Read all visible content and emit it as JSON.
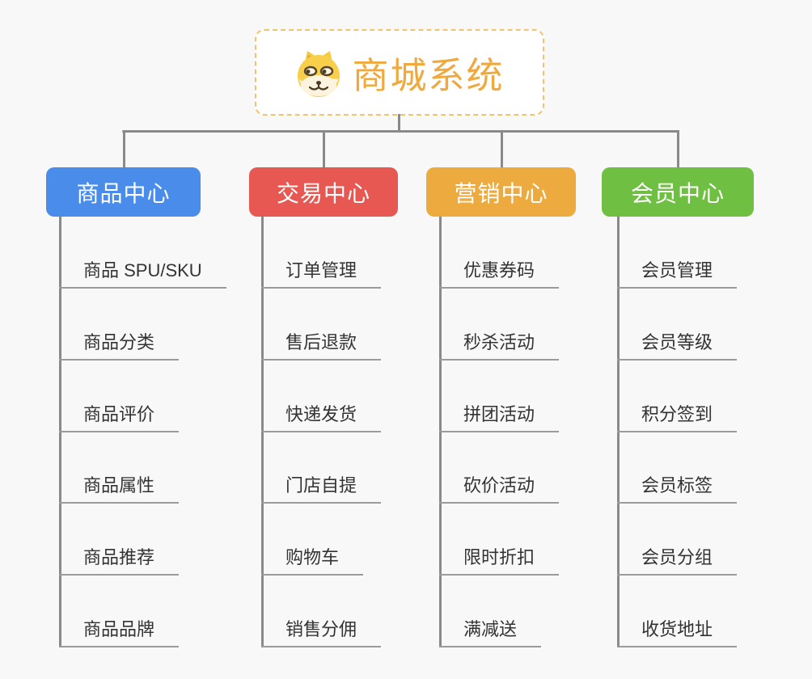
{
  "root": {
    "label": "商城系统",
    "icon": "doge-icon",
    "text_color": "#EFA93C",
    "border_color": "#F3C26E"
  },
  "branches": [
    {
      "id": "product-center",
      "label": "商品中心",
      "color": "#4A8CEA",
      "children": [
        "商品 SPU/SKU",
        "商品分类",
        "商品评价",
        "商品属性",
        "商品推荐",
        "商品品牌"
      ]
    },
    {
      "id": "trade-center",
      "label": "交易中心",
      "color": "#E65851",
      "children": [
        "订单管理",
        "售后退款",
        "快递发货",
        "门店自提",
        "购物车",
        "销售分佣"
      ]
    },
    {
      "id": "marketing-center",
      "label": "营销中心",
      "color": "#EDAA3E",
      "children": [
        "优惠券码",
        "秒杀活动",
        "拼团活动",
        "砍价活动",
        "限时折扣",
        "满减送"
      ]
    },
    {
      "id": "member-center",
      "label": "会员中心",
      "color": "#6FBF43",
      "children": [
        "会员管理",
        "会员等级",
        "积分签到",
        "会员标签",
        "会员分组",
        "收货地址"
      ]
    }
  ],
  "colors": {
    "background": "#F8F8F8",
    "connector": "#8A8A8A",
    "child_underline": "#9B9B9B",
    "child_text": "#333333",
    "head_text": "#FFFFFF"
  }
}
